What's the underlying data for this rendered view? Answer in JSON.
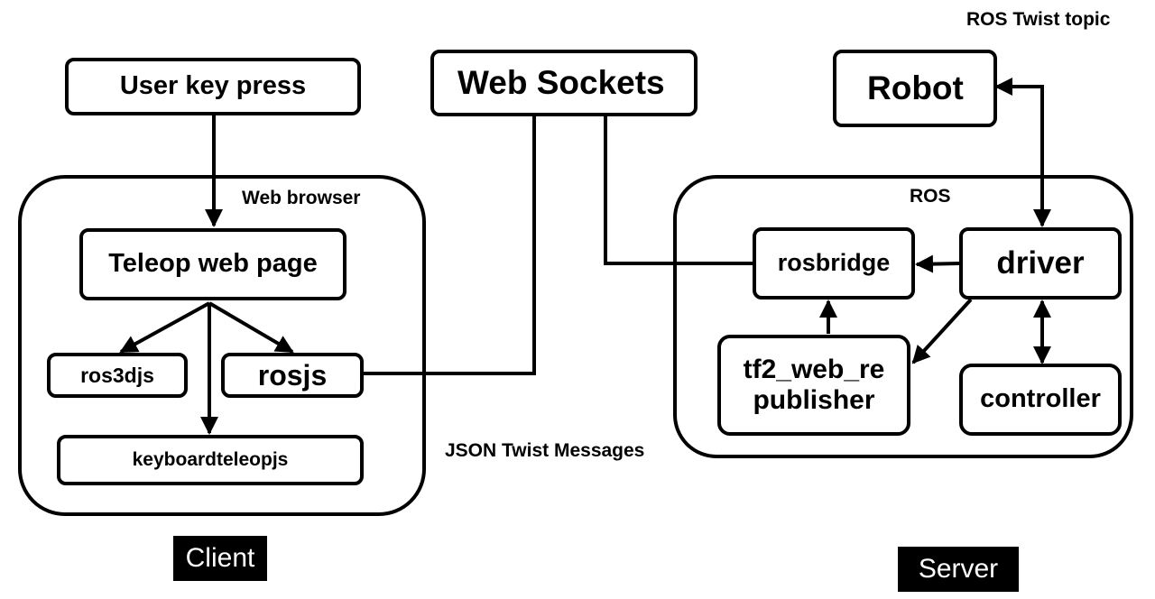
{
  "labels": {
    "ros_twist_topic": "ROS Twist topic",
    "web_browser": "Web browser",
    "ros": "ROS",
    "json_twist_messages": "JSON Twist Messages"
  },
  "nodes": {
    "user_key_press": "User key press",
    "web_sockets": "Web Sockets",
    "robot": "Robot",
    "teleop_web_page": "Teleop web page",
    "ros3djs": "ros3djs",
    "rosjs": "rosjs",
    "keyboardteleopjs": "keyboardteleopjs",
    "rosbridge": "rosbridge",
    "driver": "driver",
    "tf2_line1": "tf2_web_re",
    "tf2_line2": "publisher",
    "controller": "controller"
  },
  "badges": {
    "client": "Client",
    "server": "Server"
  },
  "colors": {
    "stroke": "#000000",
    "badge_bg": "#000000",
    "badge_text": "#ffffff"
  }
}
